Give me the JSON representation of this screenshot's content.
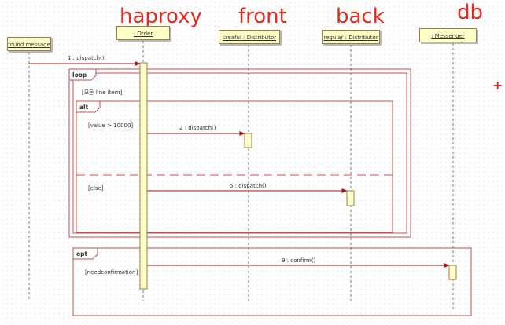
{
  "annotations": {
    "haproxy": "haproxy",
    "front": "front",
    "back": "back",
    "db": "db",
    "plus": "+"
  },
  "lifelines": [
    {
      "id": "found",
      "label": "found message"
    },
    {
      "id": "order",
      "label": ": Order"
    },
    {
      "id": "front",
      "label": "creaful : Distributor"
    },
    {
      "id": "back",
      "label": "regular : Distributor"
    },
    {
      "id": "messenger",
      "label": ": Messenger"
    }
  ],
  "messages": [
    {
      "label": "1 : dispatch()"
    },
    {
      "label": "2 : dispatch()"
    },
    {
      "label": "5 : dispatch()"
    },
    {
      "label": "9 : confirm()"
    }
  ],
  "fragments": {
    "loop": {
      "operator": "loop",
      "guard": "[모든 line item]"
    },
    "alt": {
      "operator": "alt",
      "guard_1": "[value > 10000]",
      "guard_2": "[else]"
    },
    "opt": {
      "operator": "opt",
      "guard": "[needconfirmation]"
    }
  },
  "colors": {
    "message_line": "#a01414",
    "fragment_border": "#c05050",
    "box_fill": "#ffffc8",
    "box_border": "#9b7e4a",
    "annotation": "#e8281c"
  }
}
